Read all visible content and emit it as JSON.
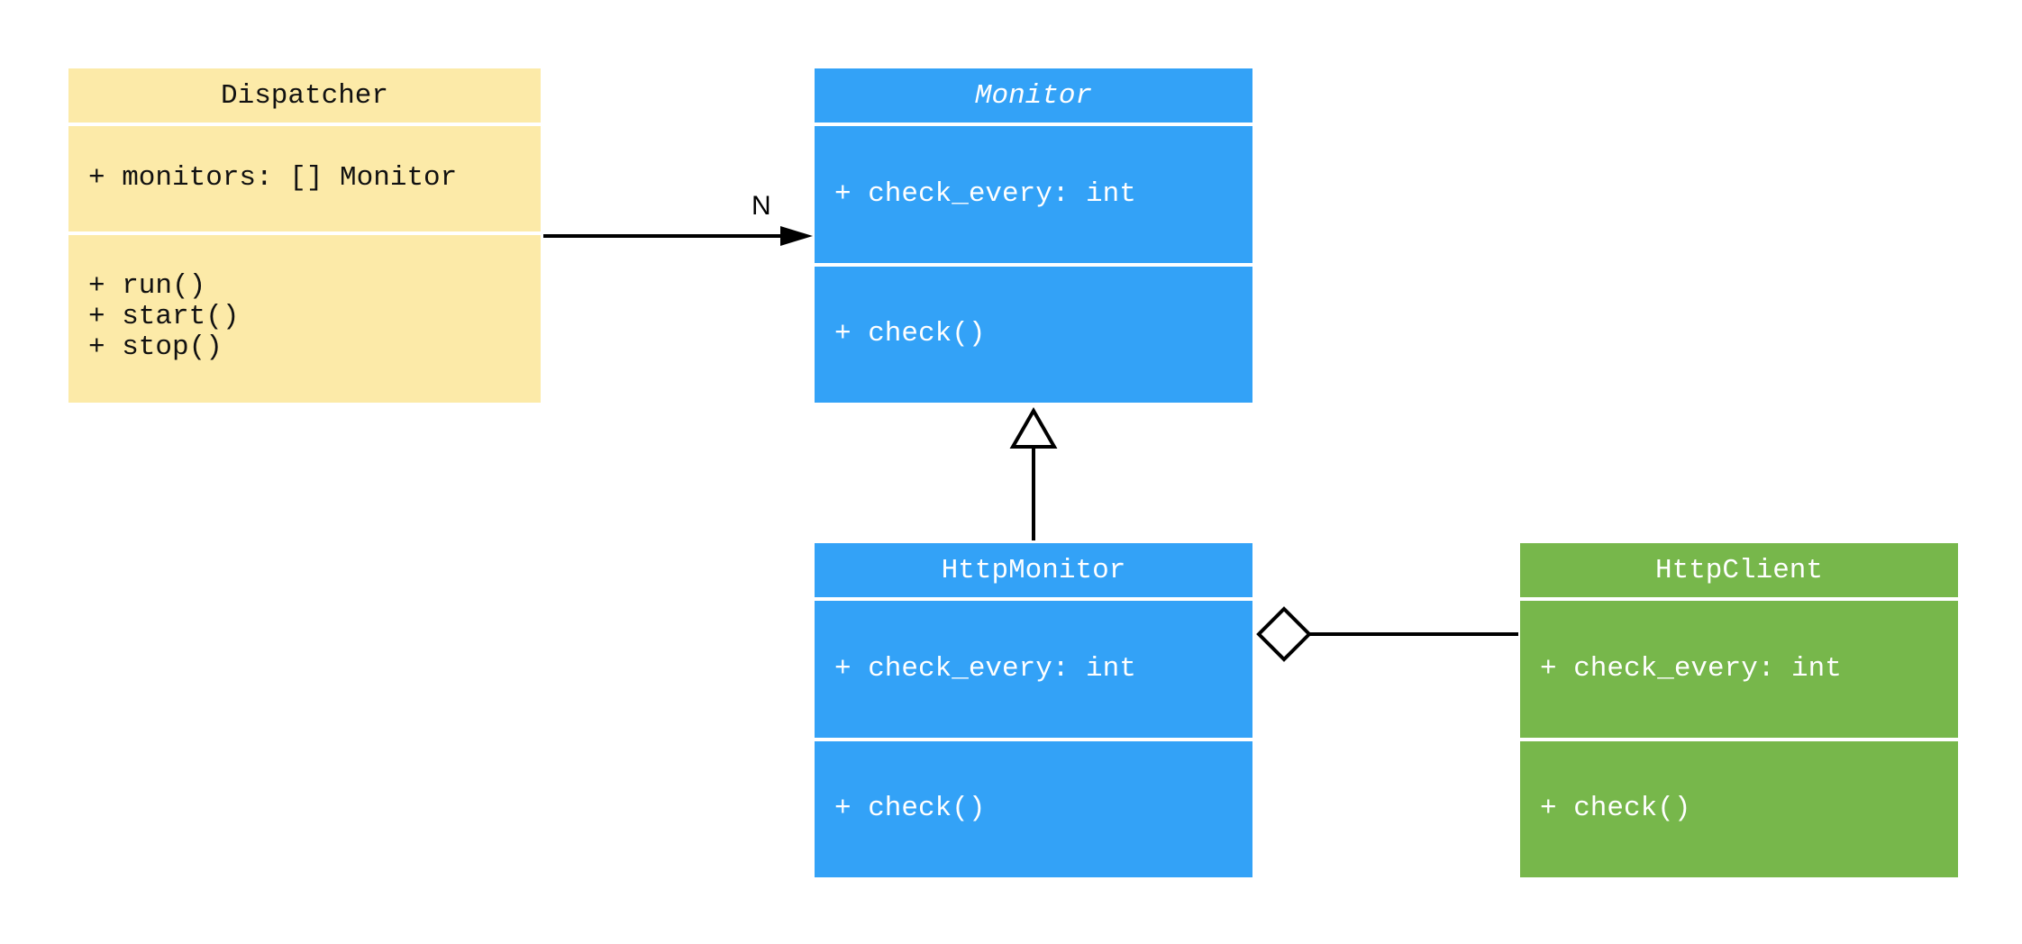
{
  "diagram": {
    "type": "uml-class-diagram",
    "background_color": "#ffffff",
    "classes": [
      {
        "id": "dispatcher",
        "name": "Dispatcher",
        "abstract": false,
        "fill_color": "#fceaa8",
        "text_color": "#111111",
        "attributes": [
          "+ monitors: [] Monitor"
        ],
        "methods": [
          "+ run()",
          "+ start()",
          "+ stop()"
        ]
      },
      {
        "id": "monitor",
        "name": "Monitor",
        "abstract": true,
        "fill_color": "#33a2f7",
        "text_color": "#ffffff",
        "attributes": [
          "+ check_every: int"
        ],
        "methods": [
          "+ check()"
        ]
      },
      {
        "id": "httpmonitor",
        "name": "HttpMonitor",
        "abstract": false,
        "fill_color": "#33a2f7",
        "text_color": "#ffffff",
        "attributes": [
          "+ check_every: int"
        ],
        "methods": [
          "+ check()"
        ]
      },
      {
        "id": "httpclient",
        "name": "HttpClient",
        "abstract": false,
        "fill_color": "#77b74b",
        "text_color": "#ffffff",
        "attributes": [
          "+ check_every: int"
        ],
        "methods": [
          "+ check()"
        ]
      }
    ],
    "relationships": [
      {
        "id": "dispatcher-to-monitor",
        "kind": "association",
        "from": "Dispatcher",
        "to": "Monitor",
        "arrow": "solid-filled-arrowhead",
        "label": "N",
        "line_color": "#000000"
      },
      {
        "id": "httpmonitor-to-monitor",
        "kind": "inheritance",
        "from": "HttpMonitor",
        "to": "Monitor",
        "arrow": "hollow-triangle",
        "label": "",
        "line_color": "#000000"
      },
      {
        "id": "httpmonitor-to-httpclient",
        "kind": "aggregation",
        "from": "HttpMonitor",
        "to": "HttpClient",
        "arrow": "hollow-diamond",
        "label": "",
        "line_color": "#000000"
      }
    ]
  }
}
